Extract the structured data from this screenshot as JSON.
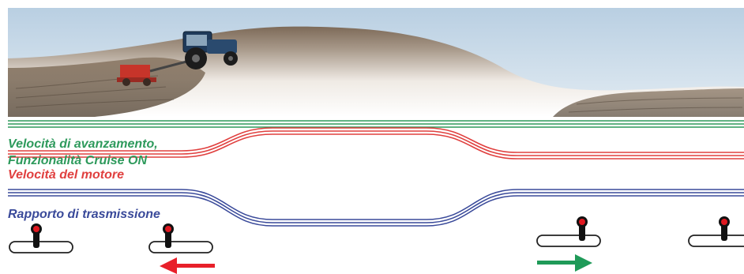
{
  "labels": {
    "ground_speed_line1": "Velocità di avanzamento,",
    "ground_speed_line2": "Funzionalità Cruise ON",
    "engine_speed": "Velocità del motore",
    "transmission_ratio": "Rapporto di trasmissione"
  },
  "colors": {
    "ground_speed": "#2e9a5c",
    "engine_speed": "#e0403f",
    "transmission_ratio": "#3a4a9a",
    "lever_knob": "#e01820",
    "arrow_left": "#e8202a",
    "arrow_right": "#1f9a58"
  },
  "icons": {
    "scene": "tractor-field-photo",
    "lever": "throttle-lever-icon",
    "arrow_left": "arrow-left-icon",
    "arrow_right": "arrow-right-icon"
  },
  "levers": [
    {
      "id": 1,
      "position": "center"
    },
    {
      "id": 2,
      "position": "center"
    },
    {
      "id": 3,
      "position": "right"
    },
    {
      "id": 4,
      "position": "right"
    }
  ]
}
